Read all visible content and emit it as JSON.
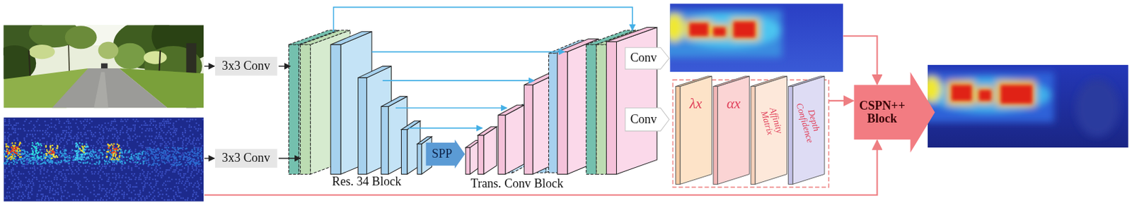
{
  "diagram": {
    "nodes": [
      {
        "text": [
          "3x3 Conv"
        ]
      },
      {
        "text": [
          "3x3 Conv"
        ]
      },
      {
        "text": [
          "SPP"
        ]
      },
      {
        "text": [
          "Conv"
        ]
      },
      {
        "text": [
          "Conv"
        ]
      },
      {
        "text": [
          "λx"
        ]
      },
      {
        "text": [
          "αx"
        ]
      },
      {
        "text": [
          "Affinity Matrix"
        ]
      },
      {
        "text": [
          "Depth Confidence"
        ]
      },
      {
        "text": [
          "CSPN++ Block"
        ]
      }
    ],
    "labels": [
      "Res. 34 Block",
      "Trans. Conv Block"
    ]
  }
}
